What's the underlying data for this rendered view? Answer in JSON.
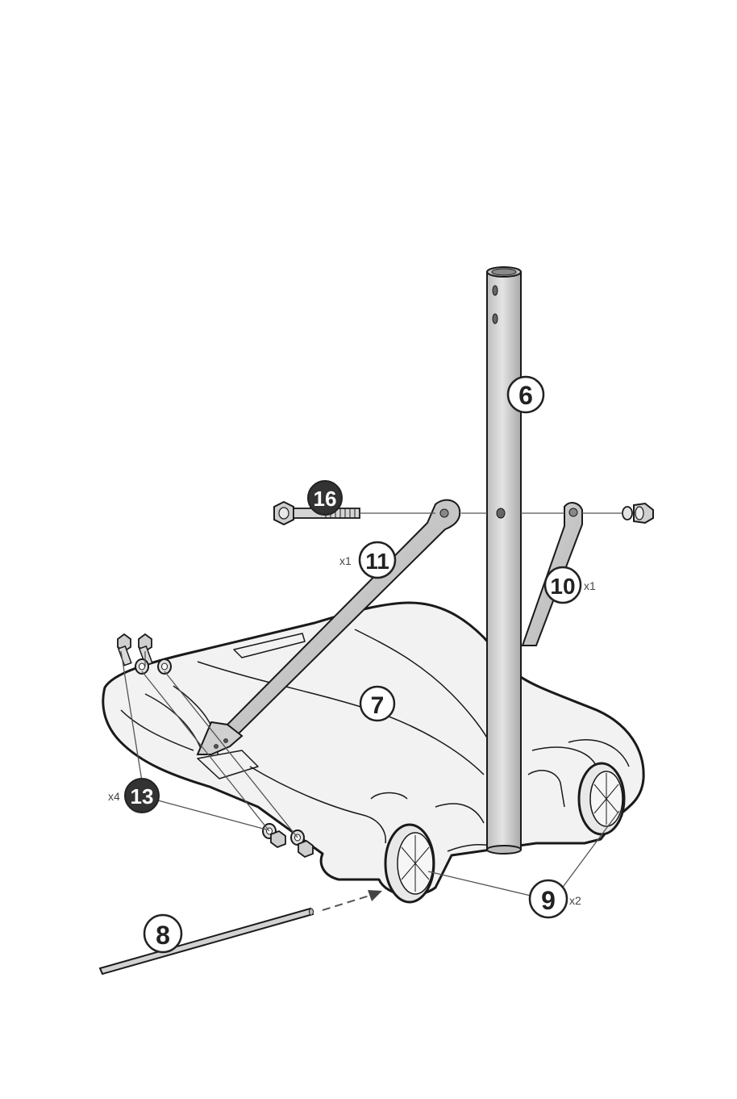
{
  "colors": {
    "line": "#1a1a1a",
    "part_fill": "#ededed",
    "pole_fill": "#d9d9d9",
    "metal_fill": "#cfcfcf",
    "dark_callout": "#333333",
    "leader": "#555555"
  },
  "callouts": {
    "pole": {
      "label": "6"
    },
    "base": {
      "label": "7"
    },
    "axle": {
      "label": "8"
    },
    "wheel": {
      "label": "9",
      "qty": "x2"
    },
    "brace_right": {
      "label": "10",
      "qty": "x1"
    },
    "brace_left": {
      "label": "11",
      "qty": "x1"
    },
    "base_bolts": {
      "label": "13",
      "qty": "x4"
    },
    "brace_bolt": {
      "label": "16"
    }
  },
  "icons": {
    "arrow": "arrow-right-icon"
  }
}
